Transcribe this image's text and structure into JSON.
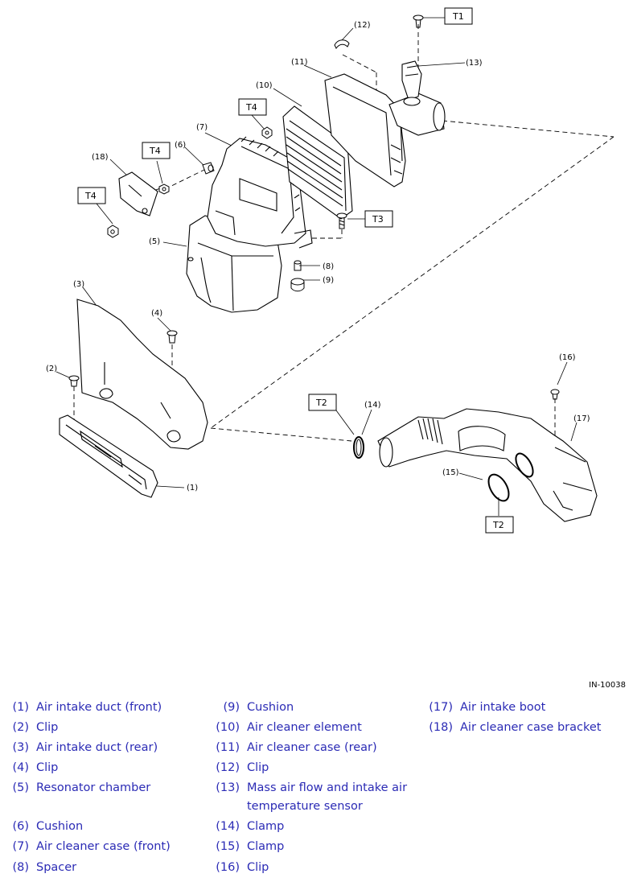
{
  "diagram": {
    "figure_id": "IN-10038",
    "callouts": [
      "(1)",
      "(2)",
      "(3)",
      "(4)",
      "(5)",
      "(6)",
      "(7)",
      "(8)",
      "(9)",
      "(10)",
      "(11)",
      "(12)",
      "(13)",
      "(14)",
      "(15)",
      "(16)",
      "(17)",
      "(18)"
    ],
    "torque_labels": {
      "t1": "T1",
      "t2": "T2",
      "t3": "T3",
      "t4": "T4"
    }
  },
  "legend": [
    {
      "num": "(1)",
      "label": "Air intake duct (front)"
    },
    {
      "num": "(2)",
      "label": "Clip"
    },
    {
      "num": "(3)",
      "label": "Air intake duct (rear)"
    },
    {
      "num": "(4)",
      "label": "Clip"
    },
    {
      "num": "(5)",
      "label": "Resonator chamber"
    },
    {
      "num": "(6)",
      "label": "Cushion"
    },
    {
      "num": "(7)",
      "label": "Air cleaner case (front)"
    },
    {
      "num": "(8)",
      "label": "Spacer"
    },
    {
      "num": "(9)",
      "label": "Cushion"
    },
    {
      "num": "(10)",
      "label": "Air cleaner element"
    },
    {
      "num": "(11)",
      "label": "Air cleaner case (rear)"
    },
    {
      "num": "(12)",
      "label": "Clip"
    },
    {
      "num": "(13)",
      "label": "Mass air flow and intake air temperature sensor"
    },
    {
      "num": "(14)",
      "label": "Clamp"
    },
    {
      "num": "(15)",
      "label": "Clamp"
    },
    {
      "num": "(16)",
      "label": "Clip"
    },
    {
      "num": "(17)",
      "label": "Air intake boot"
    },
    {
      "num": "(18)",
      "label": "Air cleaner case bracket"
    }
  ]
}
